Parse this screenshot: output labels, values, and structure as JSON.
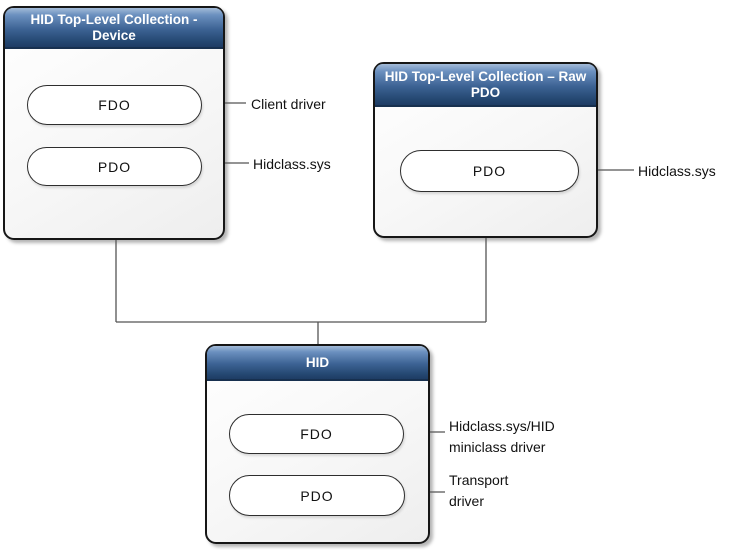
{
  "nodes": {
    "tlc_device": {
      "title": "HID Top-Level Collection - Device",
      "pills": [
        {
          "label": "FDO",
          "annotation": "Client driver"
        },
        {
          "label": "PDO",
          "annotation": "Hidclass.sys"
        }
      ]
    },
    "tlc_raw_pdo": {
      "title": "HID Top-Level Collection – Raw PDO",
      "pills": [
        {
          "label": "PDO",
          "annotation": "Hidclass.sys"
        }
      ]
    },
    "hid": {
      "title": "HID",
      "pills": [
        {
          "label": "FDO",
          "annotation": "Hidclass.sys/HID miniclass driver"
        },
        {
          "label": "PDO",
          "annotation": "Transport driver"
        }
      ]
    }
  },
  "colors": {
    "header_top": "#a3bbd8",
    "header_bottom": "#1e3c64",
    "box_border": "#161616",
    "connector_line": "#545454",
    "body_fill": "#f7f7f7"
  }
}
